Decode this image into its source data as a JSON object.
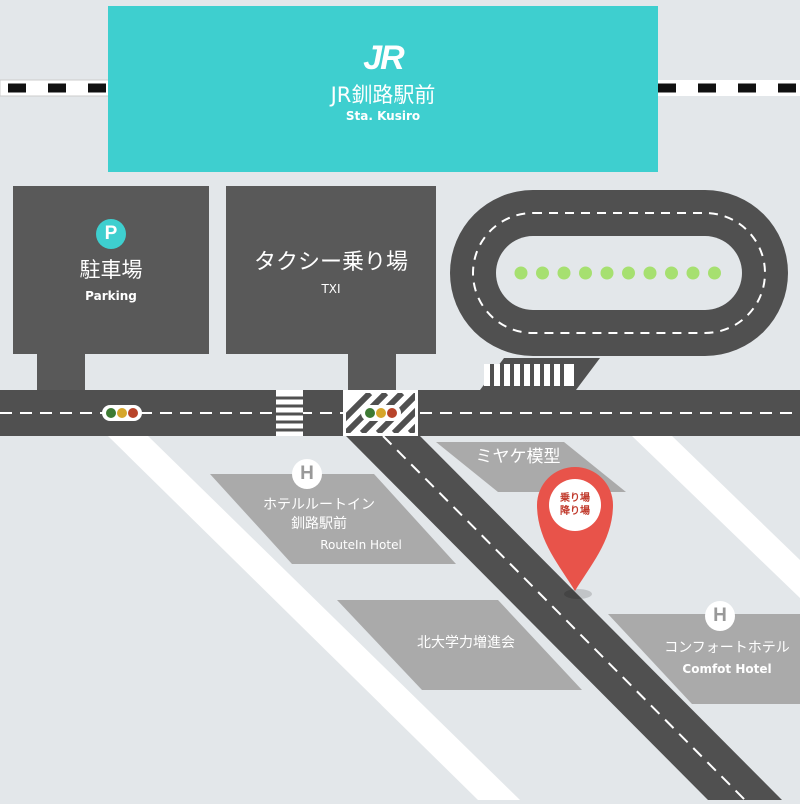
{
  "station": {
    "logo_text": "JR",
    "name": "JR釧路駅前",
    "name_en": "Sta. Kusiro"
  },
  "parking": {
    "icon_letter": "P",
    "name": "駐車場",
    "name_en": "Parking"
  },
  "taxi": {
    "name": "タクシー乗り場",
    "name_en": "TXI"
  },
  "shops": {
    "miyake": "ミヤケ模型",
    "routein_line1": "ホテルルートイン",
    "routein_line2": "釧路駅前",
    "routein_en": "RouteIn Hotel",
    "hokudai": "北大学力増進会",
    "comfort": "コンフォートホテル",
    "comfort_en": "Comfot Hotel",
    "hotel_icon_letter": "H"
  },
  "pickup_pin": {
    "line1": "乗り場",
    "line2": "降り場"
  },
  "colors": {
    "background": "#e3e7ea",
    "station": "#3ecfcf",
    "building_dark": "#595959",
    "building_light": "#aaaaaa",
    "road": "#505050",
    "pin": "#e8534a",
    "green_dots": "#a6e070"
  }
}
